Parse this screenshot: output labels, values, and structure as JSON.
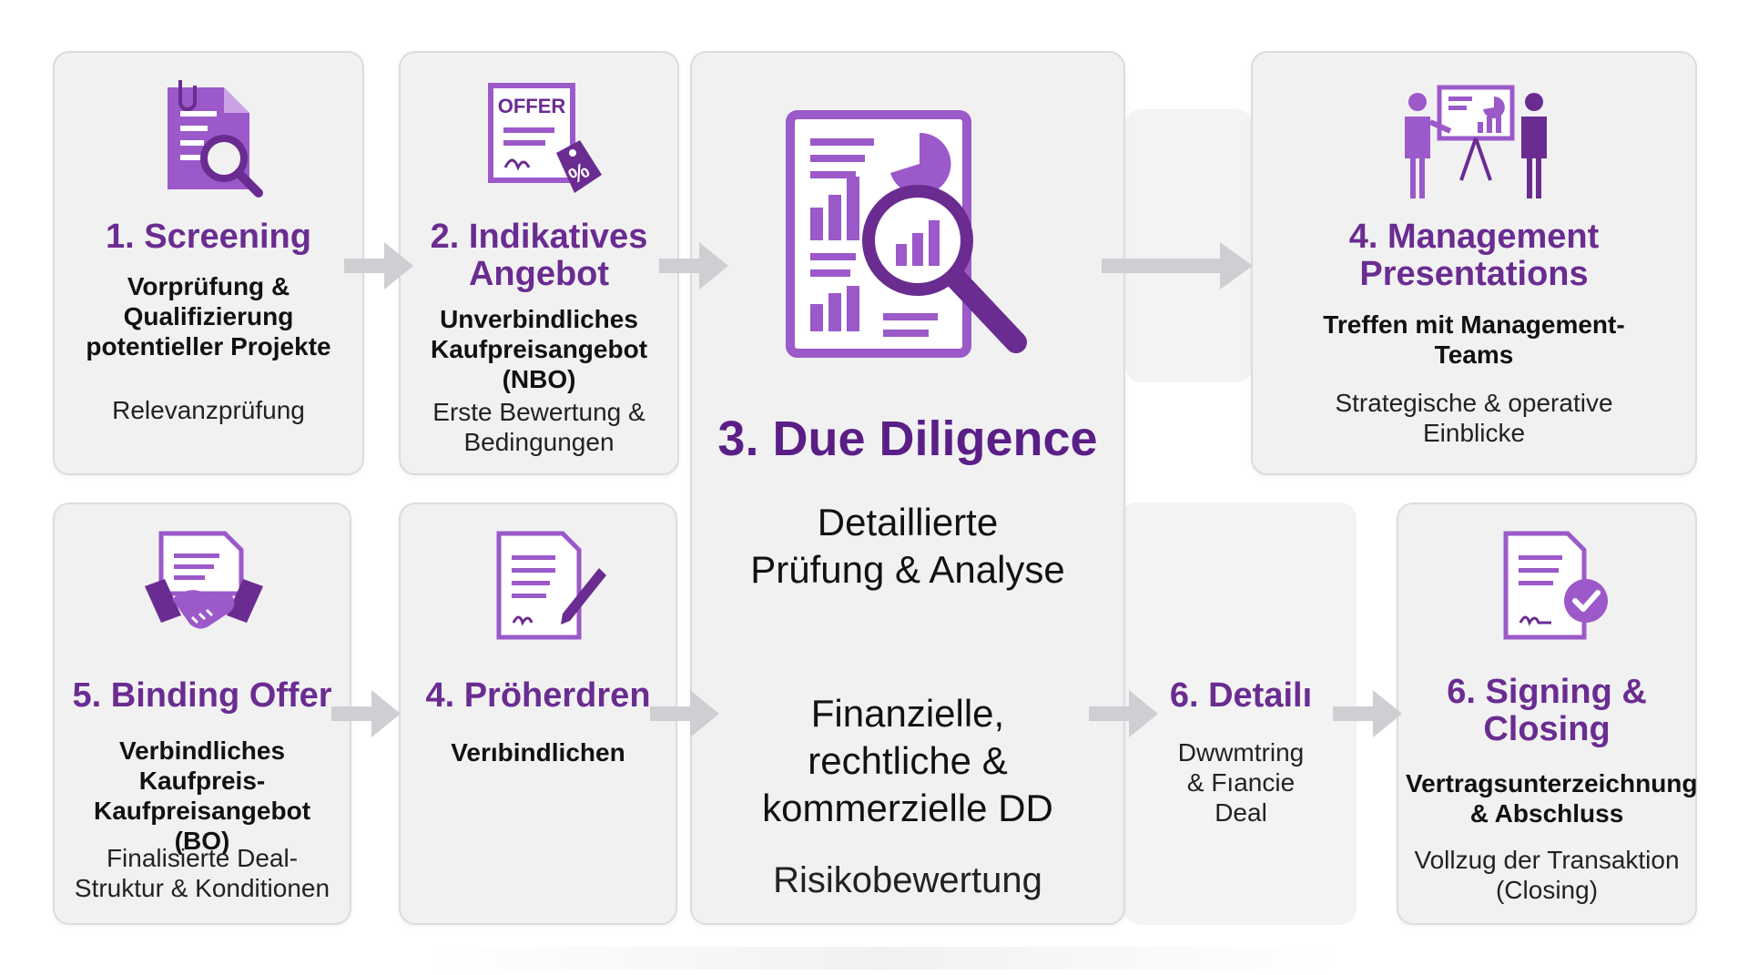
{
  "colors": {
    "accent": "#6a2c91",
    "icon": "#9b59c9",
    "icon_dark": "#6a2c91",
    "arrow": "#cfcfd3"
  },
  "cards": {
    "screening": {
      "title": "1. Screening",
      "desc": "Vorprüfung & Qualifizierung potentieller Projekte",
      "note": "Relevanzprüfung"
    },
    "indikativ": {
      "title": "2. Indikatives Angebot",
      "desc": "Unverbindliches Kaufpreisangebot (NBO)",
      "note": "Erste Bewertung & Bedingungen",
      "icon_label": "OFFER"
    },
    "due_diligence": {
      "title": "3. Due Diligence",
      "desc": "Detaillierte Prüfung & Analyse",
      "scope": "Finanzielle, rechtliche & kommerzielle DD",
      "note": "Risikobewertung"
    },
    "management": {
      "title": "4. Management Presentations",
      "desc": "Treffen mit Management-Teams",
      "note": "Strategische & operative Einblicke"
    },
    "binding": {
      "title": "5. Binding Offer",
      "desc": "Verbindliches Kaufpreis-Kaufpreisangebot (BO)",
      "note": "Finalisierte Deal-Struktur & Konditionen"
    },
    "proherdren": {
      "title": "4. Pröherdren",
      "desc": "Verıbindlichen"
    },
    "detail": {
      "title": "6. Detailı",
      "note": "Dwwmtring & Fıancie Deal"
    },
    "signing": {
      "title": "6. Signing & Closing",
      "desc": "Vertragsunterzeichnung & Abschluss",
      "note": "Vollzug der Transaktion (Closing)"
    }
  }
}
